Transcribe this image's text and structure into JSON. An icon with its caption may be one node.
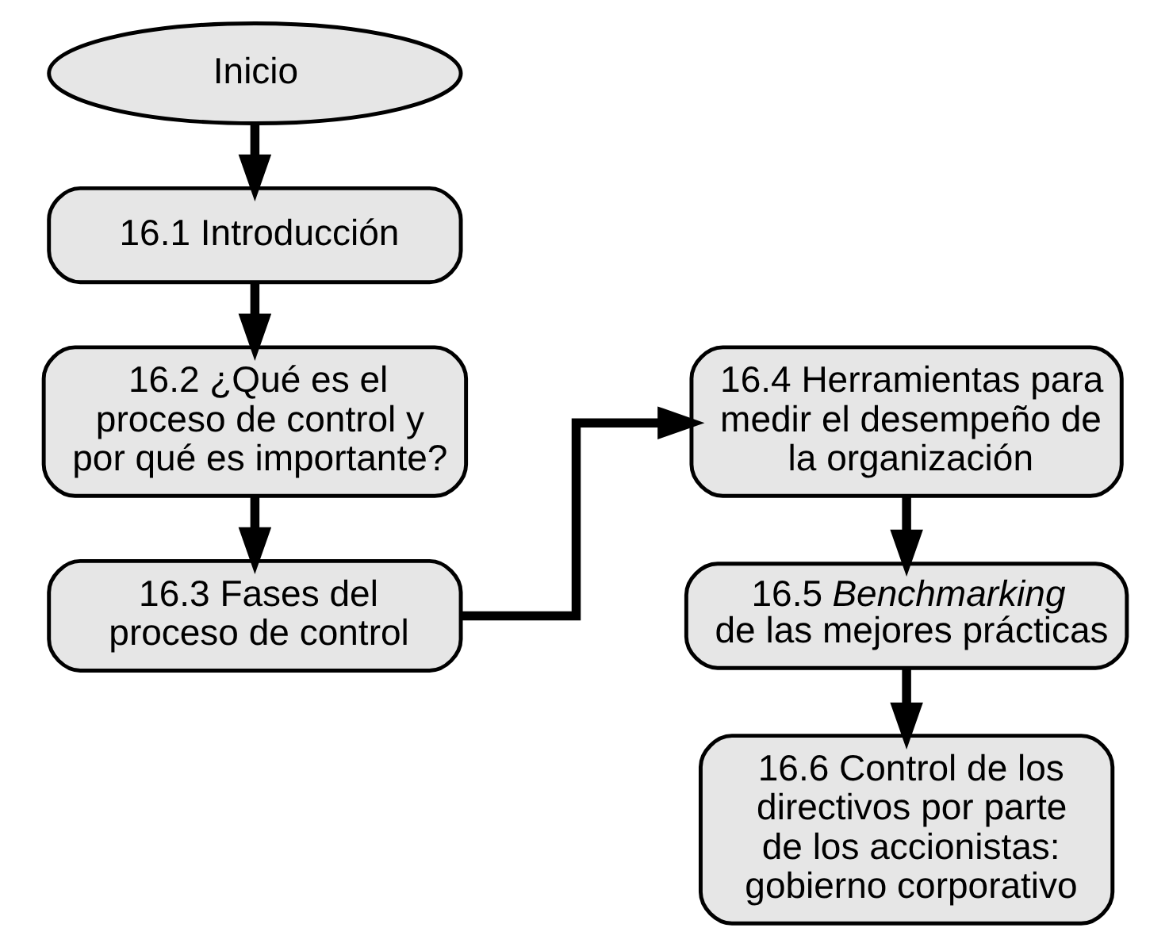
{
  "diagram": {
    "nodes": [
      {
        "text": [
          "Inicio"
        ]
      },
      {
        "text": [
          "16.1 Introducción"
        ]
      },
      {
        "text": [
          "16.2 ¿Qué es el proceso de control y por qué es importante?"
        ]
      },
      {
        "text": [
          "16.3 Fases del proceso de control"
        ]
      },
      {
        "text": [
          "16.4 Herramientas para medir el desempeño de la organización"
        ]
      },
      {
        "text": [
          "16.5 *Benchmarking* de las mejores prácticas"
        ]
      },
      {
        "text": [
          "16.6 Control de los directivos por parte de los accionistas: gobierno corporativo"
        ]
      }
    ],
    "edges": [
      {
        "from": 0,
        "to": 1,
        "arrow": "to"
      },
      {
        "from": 1,
        "to": 2,
        "arrow": "to"
      },
      {
        "from": 2,
        "to": 3,
        "arrow": "to"
      },
      {
        "from": 3,
        "to": 4,
        "arrow": "to"
      },
      {
        "from": 4,
        "to": 5,
        "arrow": "to"
      },
      {
        "from": 5,
        "to": 6,
        "arrow": "to"
      }
    ]
  }
}
